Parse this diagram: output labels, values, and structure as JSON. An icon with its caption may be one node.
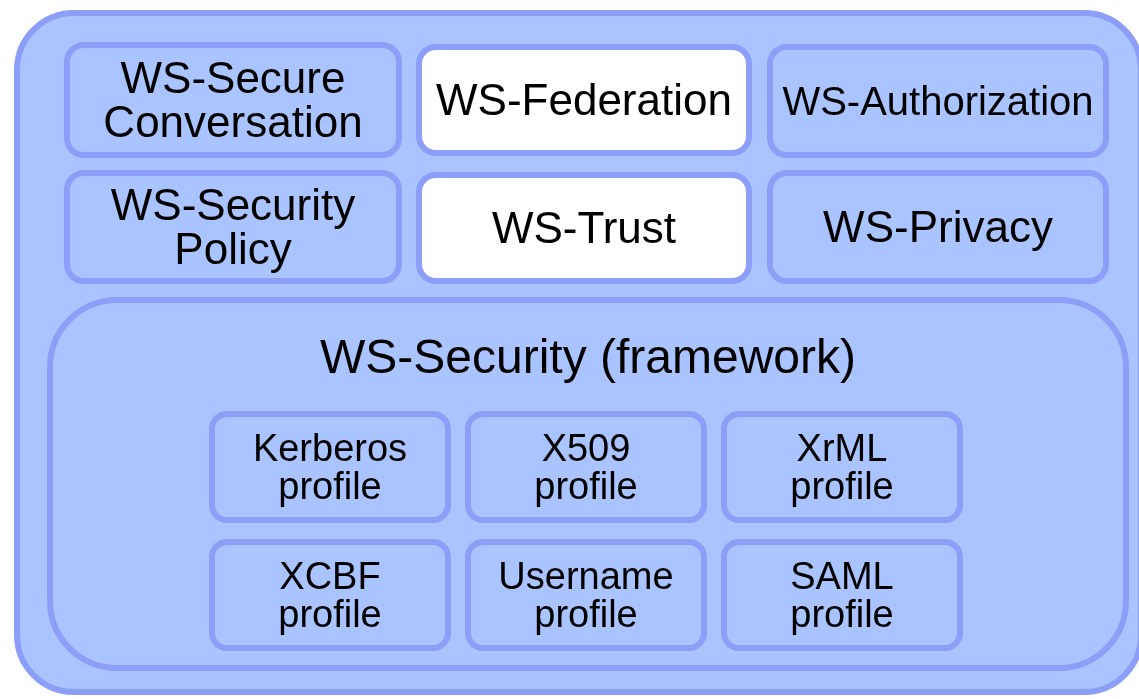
{
  "diagram": {
    "nodes": [
      {
        "text": [],
        "shape": "box"
      },
      {
        "text": [
          "WS-Secure Conversation"
        ],
        "in": 0
      },
      {
        "text": [
          "WS-Federation"
        ],
        "in": 0
      },
      {
        "text": [
          "WS-Authorization"
        ],
        "in": 0
      },
      {
        "text": [
          "WS-Security Policy"
        ],
        "in": 0
      },
      {
        "text": [
          "WS-Trust"
        ],
        "in": 0
      },
      {
        "text": [
          "WS-Privacy"
        ],
        "in": 0
      },
      {
        "text": [
          "WS-Security (framework)"
        ],
        "in": 0
      },
      {
        "text": [
          "Kerberos profile"
        ],
        "in": 7
      },
      {
        "text": [
          "X509 profile"
        ],
        "in": 7
      },
      {
        "text": [
          "XrML profile"
        ],
        "in": 7
      },
      {
        "text": [
          "XCBF profile"
        ],
        "in": 7
      },
      {
        "text": [
          "Username profile"
        ],
        "in": 7
      },
      {
        "text": [
          "SAML profile"
        ],
        "in": 7
      }
    ],
    "edges": []
  }
}
